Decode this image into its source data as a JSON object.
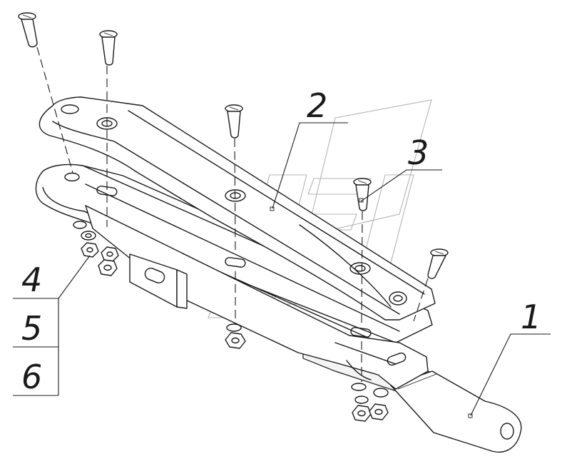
{
  "callouts": [
    {
      "id": "1",
      "label": "1"
    },
    {
      "id": "2",
      "label": "2"
    },
    {
      "id": "3",
      "label": "3"
    }
  ],
  "table": {
    "rows": [
      {
        "label": "4"
      },
      {
        "label": "5"
      },
      {
        "label": "6"
      }
    ]
  }
}
